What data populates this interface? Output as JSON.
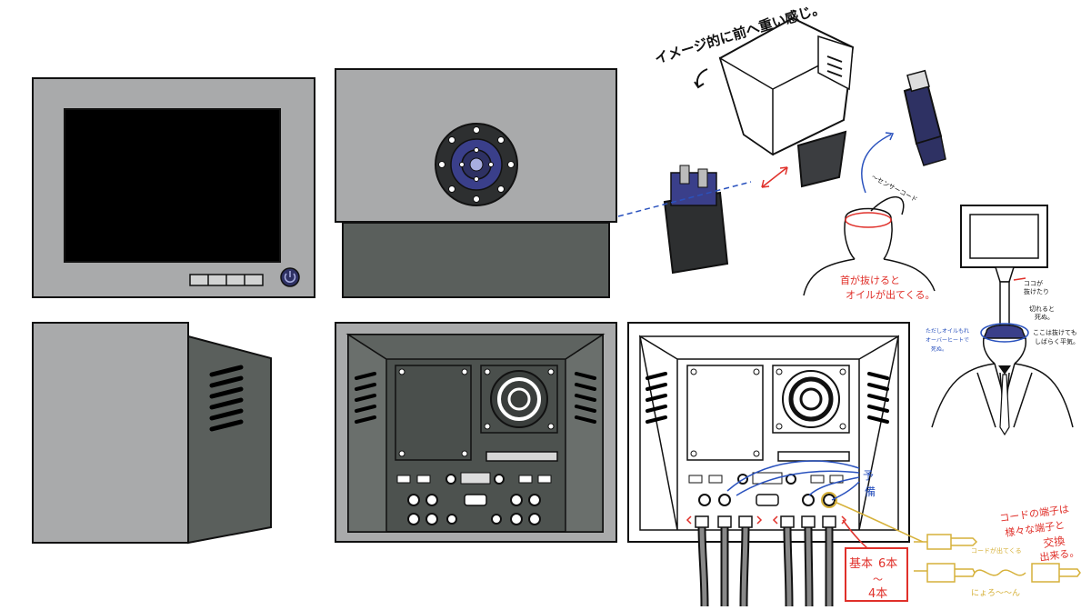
{
  "annotations": {
    "front_heavy": "イメージ的に前へ重い感じ。",
    "sensor_cord": "～センサーコード",
    "neck_oil_1": "首が抜けると",
    "neck_oil_2": "オイルが出てくる。",
    "can_remove_1": "ココが",
    "can_remove_2": "抜けたり",
    "can_remove_3": "切れると",
    "can_remove_4": "死ぬ。",
    "fine_1": "ここは抜けても",
    "fine_2": "しばらく平気。",
    "overheat_1": "ただしオイルもれ",
    "overheat_2": "オーバーヒートで",
    "overheat_3": "死ぬ。",
    "spare_1": "予",
    "spare_2": "備",
    "basic_1": "基本",
    "basic_2": "6本",
    "basic_3": "～",
    "basic_4": "4本",
    "terminal_1": "コードの端子は",
    "terminal_2": "様々な端子と",
    "terminal_3": "交換",
    "terminal_4": "出来る。",
    "cord_out": "コードが出てくる",
    "ratchet": "にょろ～～ん"
  },
  "colors": {
    "panel_gray": "#a9aaab",
    "dark_gray": "#5a5f5c",
    "screen": "#000000",
    "navy": "#2e3163",
    "blue_ink": "#2a52be",
    "red_ink": "#e0302a",
    "gold_ink": "#d6b13a"
  },
  "icons": {
    "power": "power-icon",
    "fan": "fan-icon"
  }
}
